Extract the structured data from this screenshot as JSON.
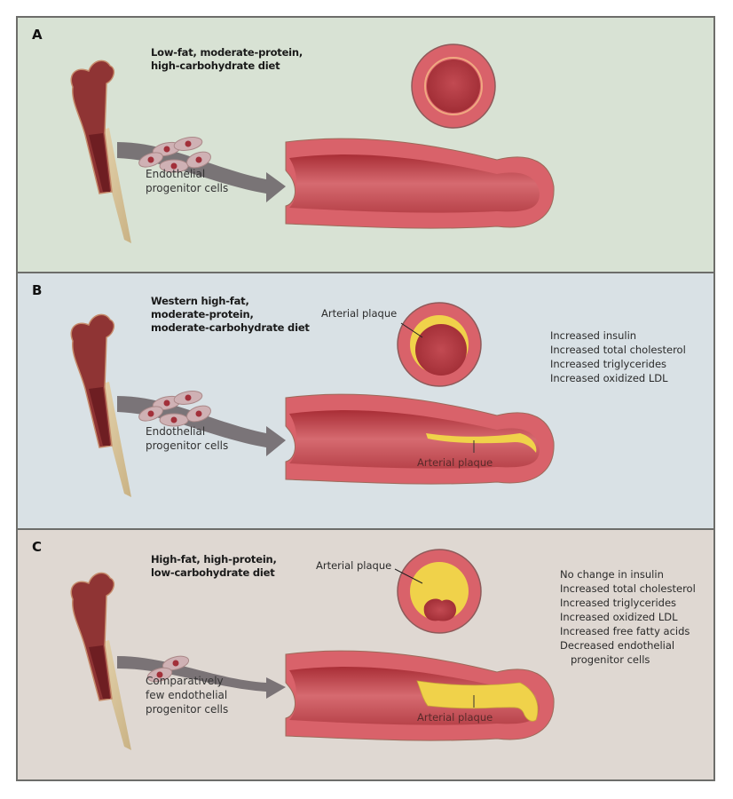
{
  "figure": {
    "panels": [
      {
        "letter": "A",
        "diet": "Low-fat, moderate-protein,\nhigh-carbohydrate diet",
        "cells_label": "Endothelial\nprogenitor cells",
        "cross_section_plaque_label": "",
        "vessel_plaque_label": "",
        "effects": [],
        "background": "#d8e2d4",
        "plaque_level": "none",
        "cell_count_shown": 5
      },
      {
        "letter": "B",
        "diet": "Western high-fat,\nmoderate-protein,\nmoderate-carbohydrate diet",
        "cells_label": "Endothelial\nprogenitor cells",
        "cross_section_plaque_label": "Arterial plaque",
        "vessel_plaque_label": "Arterial plaque",
        "effects": [
          "Increased insulin",
          "Increased total cholesterol",
          "Increased triglycerides",
          "Increased oxidized LDL"
        ],
        "background": "#d9e1e5",
        "plaque_level": "moderate",
        "cell_count_shown": 5
      },
      {
        "letter": "C",
        "diet": "High-fat, high-protein,\nlow-carbohydrate diet",
        "cells_label": "Comparatively\nfew endothelial\nprogenitor cells",
        "cross_section_plaque_label": "Arterial plaque",
        "vessel_plaque_label": "Arterial plaque",
        "effects": [
          "No change in insulin",
          "Increased total cholesterol",
          "Increased triglycerides",
          "Increased oxidized LDL",
          "Increased free fatty acids",
          "Decreased endothelial",
          "progenitor cells"
        ],
        "background": "#dfd8d2",
        "plaque_level": "severe",
        "cell_count_shown": 2
      }
    ],
    "colors": {
      "vessel_wall": "#d9626a",
      "vessel_lumen": "#b8393f",
      "plaque": "#f0d24a",
      "bone_marrow": "#8a2a2a",
      "bone_shaft": "#d8c39a",
      "arrow": "#6f686b",
      "frame": "#6d6d6a"
    }
  }
}
